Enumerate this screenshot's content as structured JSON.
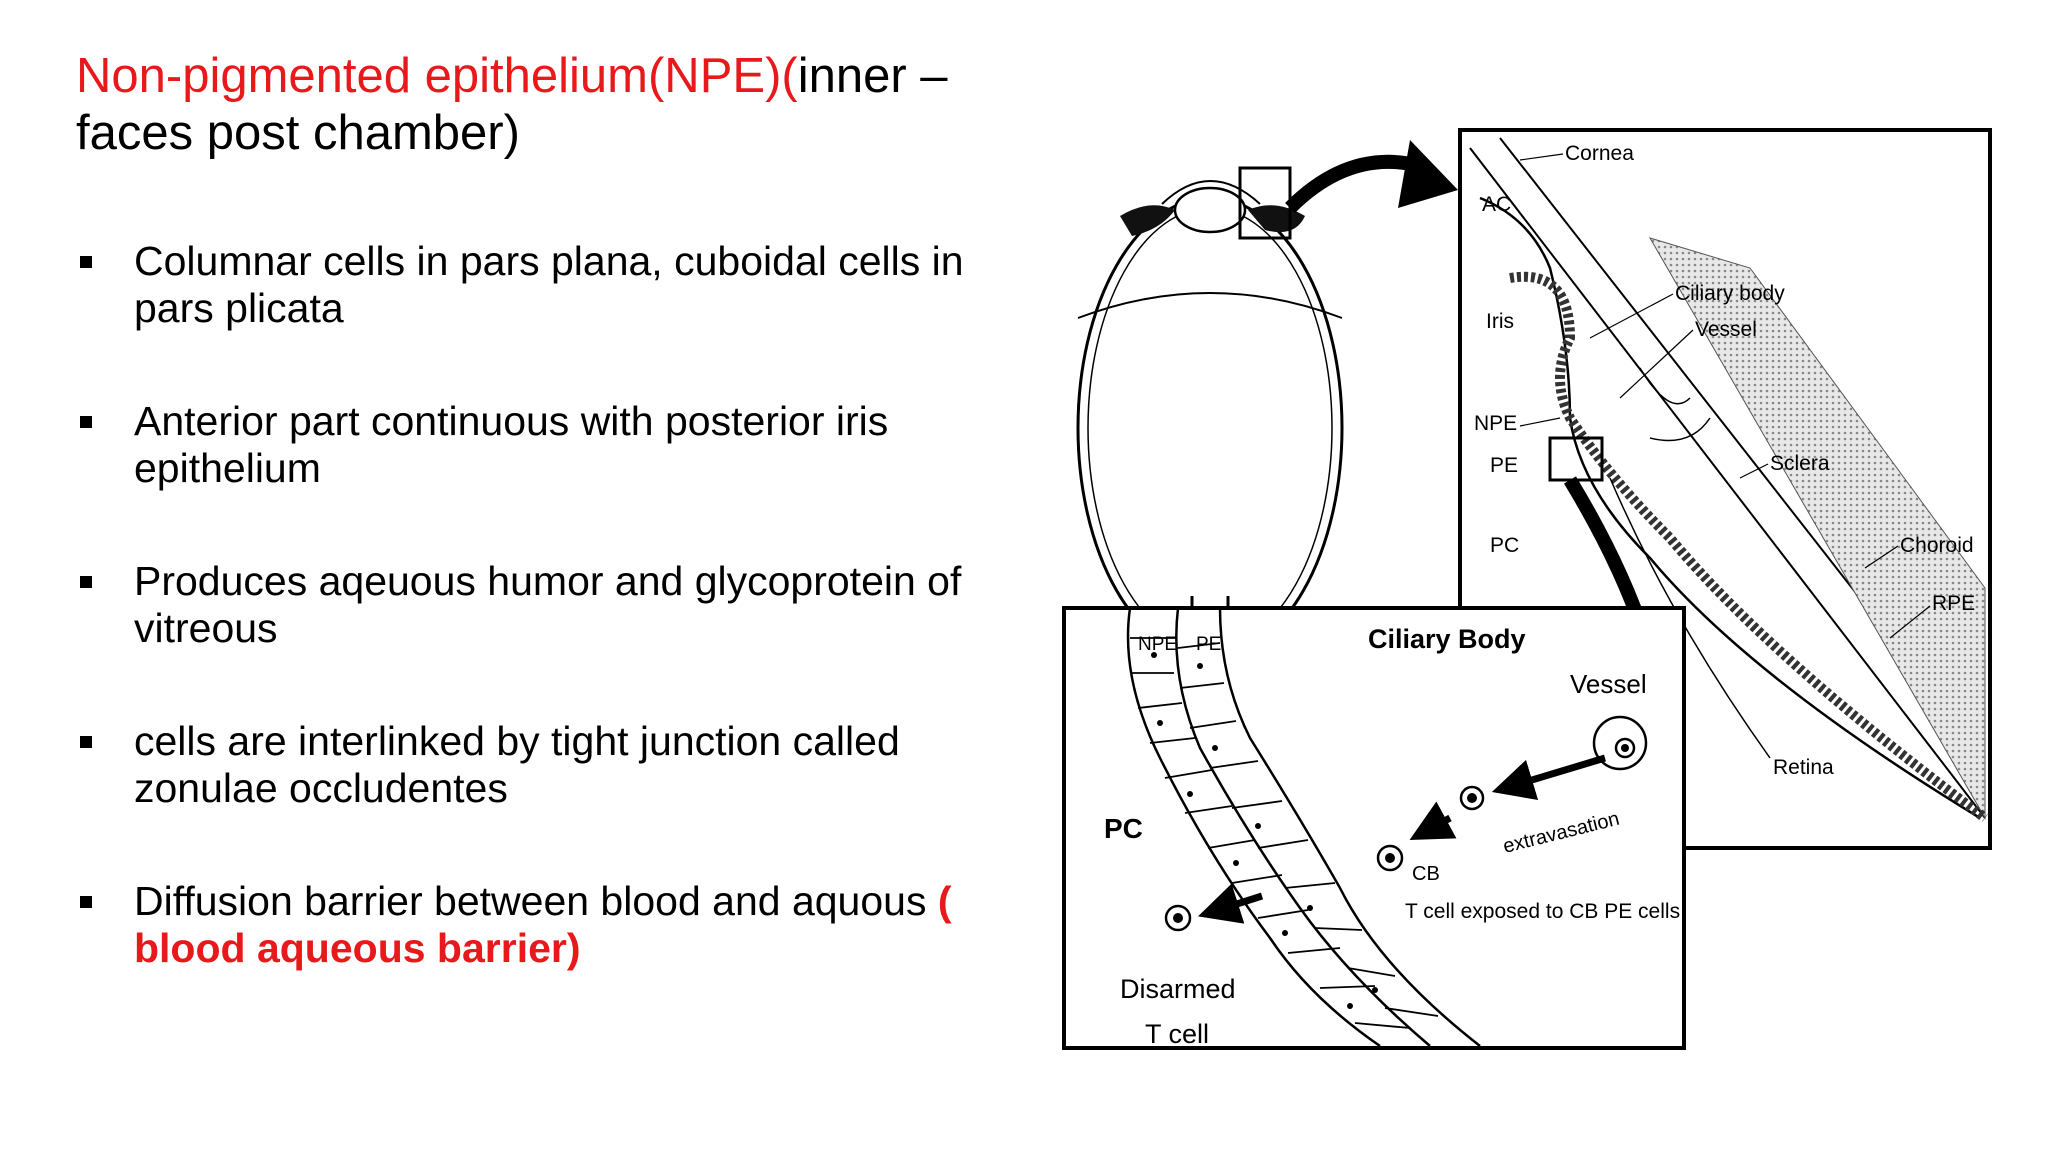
{
  "slide": {
    "title_red": "Non-pigmented epithelium(NPE)(",
    "title_black": "inner – faces post chamber)",
    "bullets": [
      "Columnar cells in pars plana, cuboidal cells in pars plicata",
      "Anterior part continuous with posterior iris epithelium",
      "Produces aqeuous humor and  glycoprotein of vitreous",
      "cells are interlinked by tight junction called zonulae occludentes"
    ],
    "last_bullet_text": "Diffusion barrier between blood and aquous ",
    "last_bullet_highlight": "( blood aqueous barrier)"
  },
  "figure": {
    "section_labels": {
      "cornea": "Cornea",
      "ac": "AC",
      "iris": "Iris",
      "ciliary_body": "Ciliary body",
      "vessel": "Vessel",
      "npe": "NPE",
      "pe": "PE",
      "pc": "PC",
      "sclera": "Sclera",
      "choroid": "Choroid",
      "rpe": "RPE",
      "retina": "Retina"
    },
    "detail_labels": {
      "npe": "NPE",
      "pe": "PE",
      "title": "Ciliary Body",
      "vessel": "Vessel",
      "pc": "PC",
      "extravasation": "extravasation",
      "cb": "CB",
      "t_cell_exposed": "T cell exposed to CB PE cells",
      "disarmed": "Disarmed",
      "t_cell": "T cell"
    }
  },
  "colors": {
    "accent_red": "#e8191b",
    "text": "#000000",
    "background": "#ffffff"
  }
}
